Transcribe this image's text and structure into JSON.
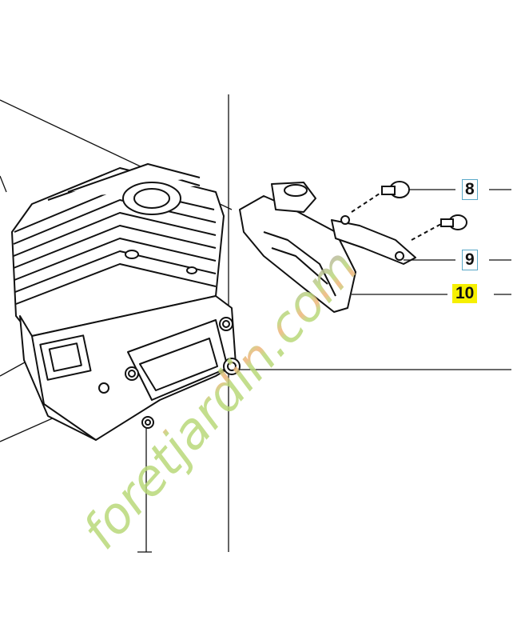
{
  "callouts": [
    {
      "id": "8",
      "label": "8",
      "style": "boxed"
    },
    {
      "id": "9",
      "label": "9",
      "style": "boxed"
    },
    {
      "id": "10",
      "label": "10",
      "style": "highlighted"
    }
  ],
  "watermark": {
    "text": "foretjardin.com",
    "colors": {
      "green": "#b9d97a",
      "orange": "#f2b27a",
      "gray": "#bdb3a8"
    }
  },
  "colors": {
    "highlight": "#f6f000",
    "box_border": "#5aa8c8",
    "line": "#111111"
  }
}
